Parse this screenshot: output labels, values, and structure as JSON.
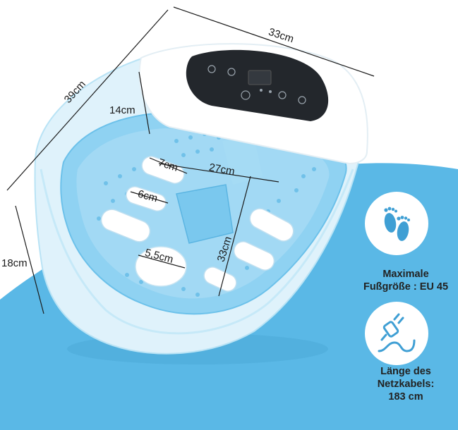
{
  "dimensions": {
    "width_top": "33cm",
    "depth": "39cm",
    "height": "18cm",
    "inner_depth": "14cm",
    "inner_width": "27cm",
    "inner_length": "33cm",
    "roller_1": "7cm",
    "roller_2": "6cm",
    "roller_3": "5,5cm"
  },
  "features": {
    "foot_size_line1": "Maximale",
    "foot_size_line2": "Fußgröße : EU 45",
    "cable_line1": "Länge des",
    "cable_line2": "Netzkabels:",
    "cable_line3": "183 cm"
  },
  "icons": [
    "footprints-icon",
    "power-plug-icon"
  ],
  "colors": {
    "accent_blue": "#5ab8e6",
    "tub_blue": "#8fd2f2",
    "icon_blue": "#3f9fd4"
  }
}
